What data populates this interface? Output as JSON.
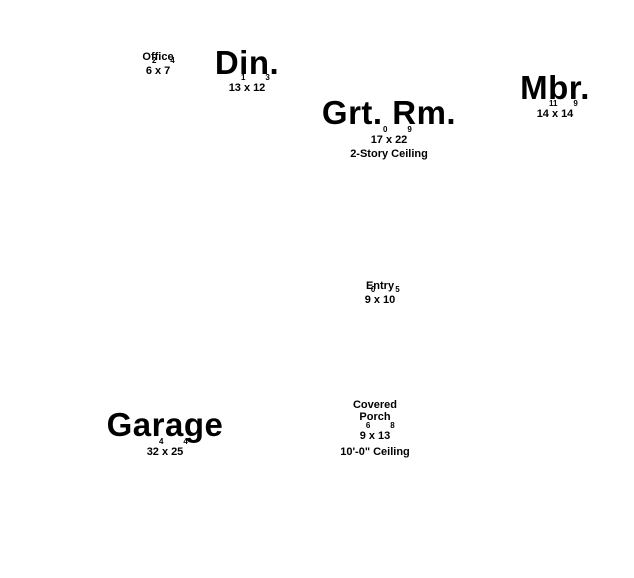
{
  "rooms": {
    "office": {
      "name": "Office",
      "dim_a": "6",
      "dim_a_sup": "2",
      "dim_b": "7",
      "dim_b_sup": "4"
    },
    "dining": {
      "name": "Din.",
      "dim_a": "13",
      "dim_a_sup": "1",
      "dim_b": "12",
      "dim_b_sup": "3"
    },
    "great_room": {
      "name": "Grt. Rm.",
      "dim_a": "17",
      "dim_a_sup": "0",
      "dim_b": "22",
      "dim_b_sup": "9",
      "note": "2-Story Ceiling"
    },
    "master": {
      "name": "Mbr.",
      "dim_a": "14",
      "dim_a_sup": "11",
      "dim_b": "14",
      "dim_b_sup": "9"
    },
    "entry": {
      "name": "Entry",
      "dim_a": "9",
      "dim_a_sup": "0",
      "dim_b": "10",
      "dim_b_sup": "5"
    },
    "porch": {
      "name_line1": "Covered",
      "name_line2": "Porch",
      "dim_a": "9",
      "dim_a_sup": "6",
      "dim_b": "13",
      "dim_b_sup": "8",
      "note": "10'-0\" Ceiling"
    },
    "garage": {
      "name": "Garage",
      "dim_a": "32",
      "dim_a_sup": "4",
      "dim_b": "25",
      "dim_b_sup": "4"
    }
  },
  "separator": "x"
}
